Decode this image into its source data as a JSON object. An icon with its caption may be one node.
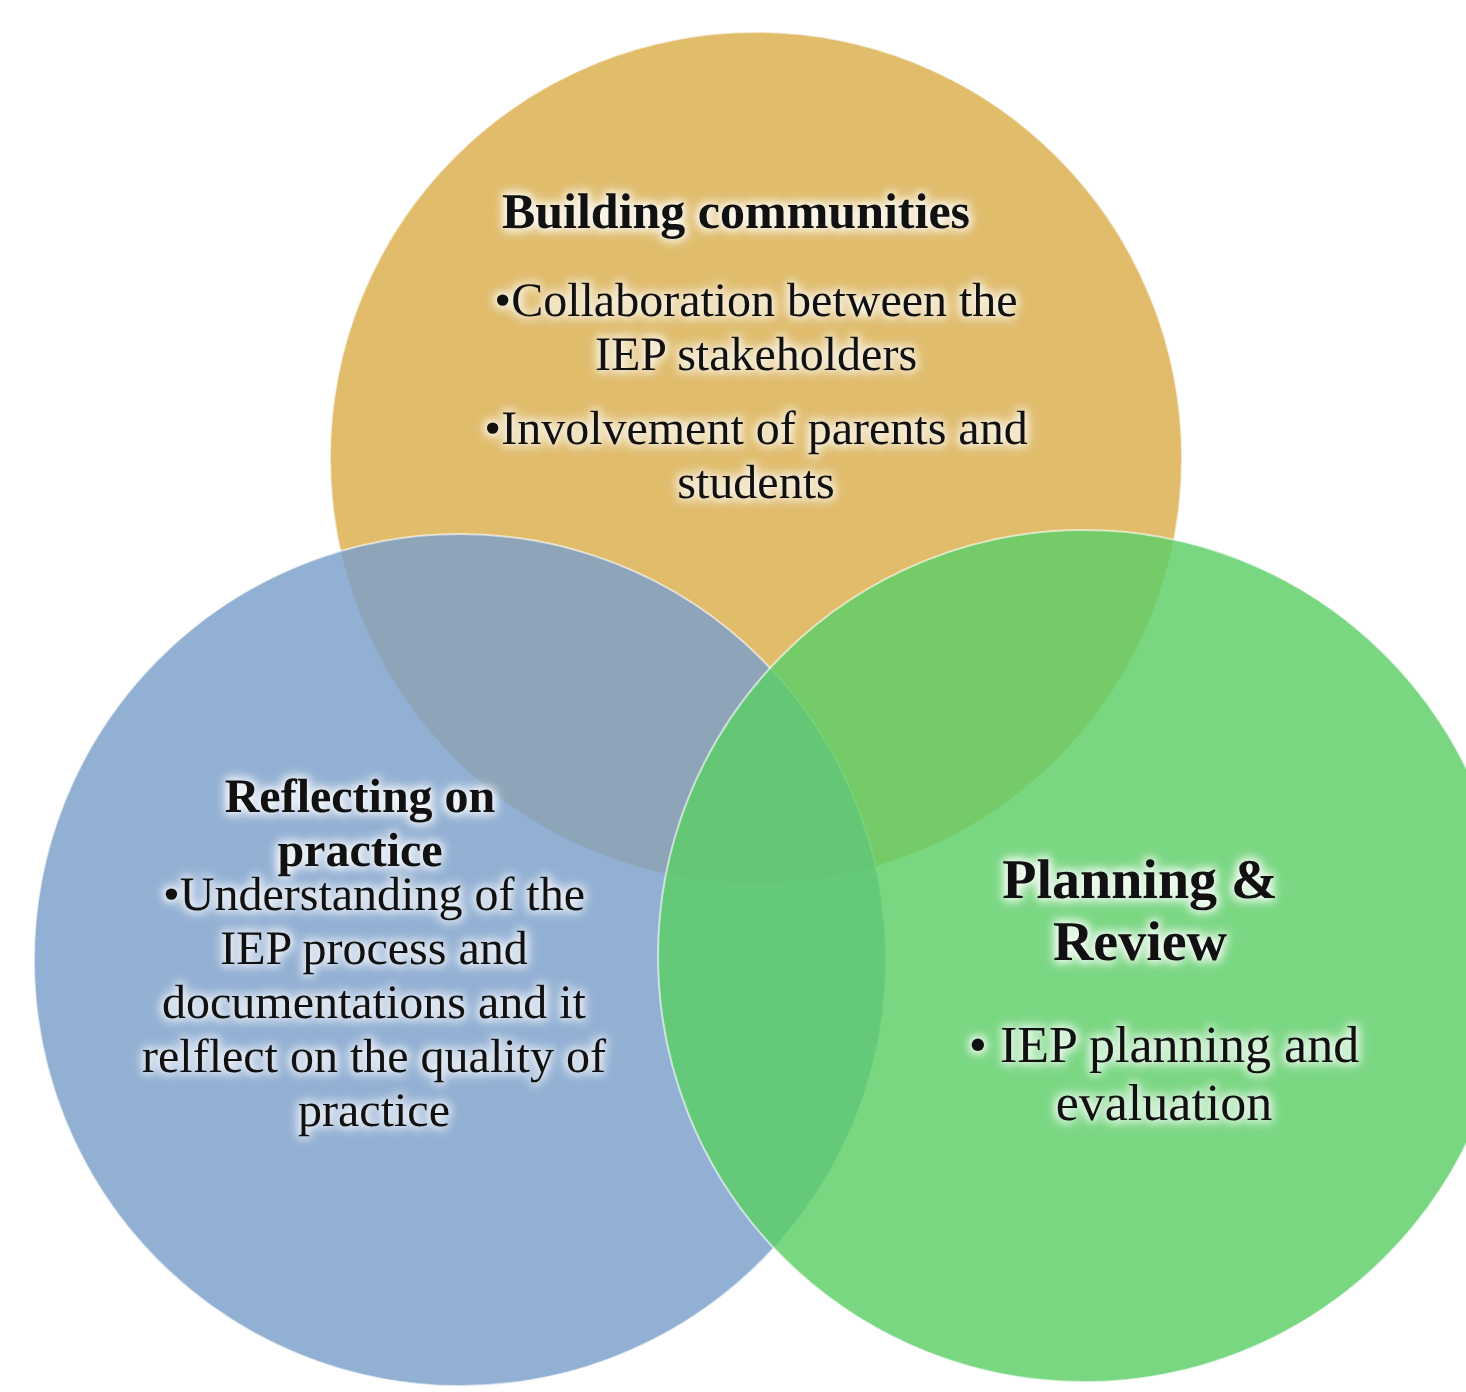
{
  "diagram": {
    "nodes": [
      {
        "text": [
          "Building communities",
          "•Collaboration between the IEP stakeholders",
          "•Involvement of parents and students"
        ]
      },
      {
        "text": [
          "Reflecting on practice",
          "•Understanding of the IEP process and documentations and it relflect on the quality of practice"
        ]
      },
      {
        "text": [
          "Planning & Review",
          "• IEP planning and evaluation"
        ]
      }
    ]
  }
}
